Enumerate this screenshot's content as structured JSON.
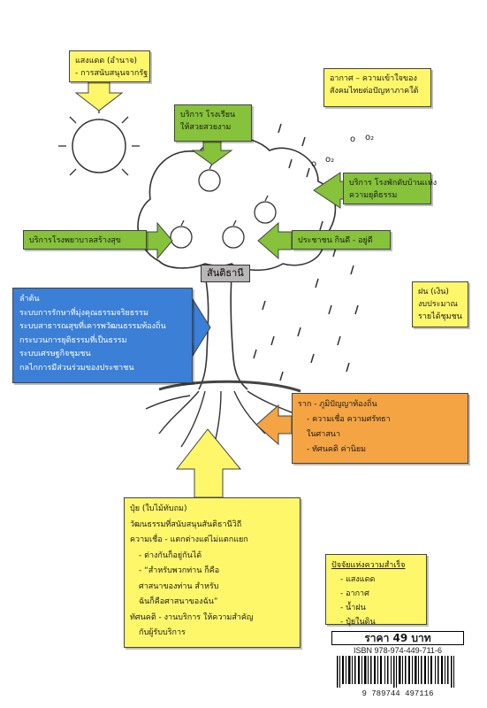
{
  "center_label": "สันติธานี",
  "boxes": {
    "sun": {
      "lines": [
        "แสงแดด (อำนาจ)",
        "- การสนับสนุนจากรัฐ"
      ],
      "color": "#fff76a"
    },
    "weather": {
      "lines": [
        "อากาศ – ความเข้าใจของ",
        "สังคมไทยต่อปัญหาภาคใต้"
      ],
      "color": "#fff76a"
    },
    "school": {
      "lines": [
        "บริการ โรงเรียน",
        "ให้สวยสวยงาม"
      ],
      "color": "#86c23a"
    },
    "court": {
      "lines": [
        "บริการ โรงพักดับบ้านเเห่ง",
        "ความยุติธรรม"
      ],
      "color": "#86c23a"
    },
    "hospital": {
      "lines": [
        "บริการโรงพยาบาลสร้างสุข"
      ],
      "color": "#86c23a"
    },
    "people": {
      "lines": [
        "ประชาชน กินดี - อยู่ดี"
      ],
      "color": "#86c23a"
    },
    "trunk": {
      "lines": [
        "ลำต้น",
        "ระบบการรักษาที่มุ่งคุณธรรมจริยธรรม",
        "ระบบสาธารณสุขที่เคารพวัฒนธรรมท้องถิ่น",
        "กระบวนการยุติธรรมที่เป็นธรรม",
        "ระบบเศรษฐกิจชุมชน",
        "กลไกการมีส่วนร่วมของประชาชน"
      ],
      "color": "#3b7fd6"
    },
    "rain": {
      "lines": [
        "ฝน (เงิน)",
        "งบประมาณ",
        "รายได้ชุมชน"
      ],
      "color": "#fff76a"
    },
    "roots": {
      "lines": [
        "ราก - ภูมิปัญญาท้องถิ่น",
        "- ความเชื่อ ความศรัทธา",
        "ในศาสนา",
        "- ทัศนคติ ค่านิยม"
      ],
      "color": "#f5a443"
    },
    "fertilizer": {
      "lines": [
        "ปุ๋ย  (ใบไม้ทับถม)",
        "วัฒนธรรมที่สนับสนุนสันติธานีวิถี",
        "ความเชื่อ - แตกต่างแต่ไม่แตกแยก",
        "- ต่างกันก็อยู่กันได้",
        "- “สำหรับพวกท่าน ก็คือ",
        "ศาสนาของท่าน สำหรับ",
        "ฉันก็คือศาสนาของฉัน”",
        "ทัศนคติ - งานบริการ ให้ความสำคัญ",
        "กับผู้รับบริการ"
      ],
      "color": "#fff76a"
    },
    "success": {
      "title": "ปัจจัยแห่งความสำเร็จ",
      "items": [
        "- แสงแดด",
        "- อากาศ",
        "- น้ำฝน",
        "- ปุ๋ยในดิน"
      ],
      "color": "#fff76a"
    }
  },
  "price": "ราคา 49 บาท",
  "isbn": "ISBN 978-974-449-711-6",
  "barcode_digits": "9 789744 497116",
  "rain_marks": [
    "o",
    "o₂",
    "o",
    "o₂"
  ]
}
